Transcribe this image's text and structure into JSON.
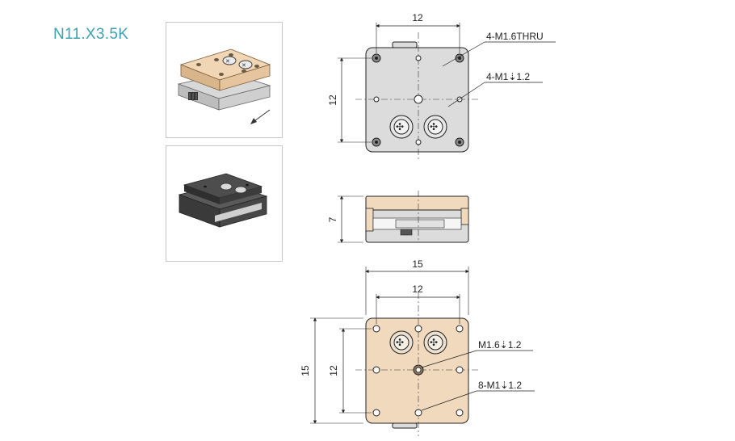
{
  "model": {
    "name": "N11.X3.5K"
  },
  "top_view": {
    "dim_width": "12",
    "dim_height": "12",
    "callout_thru": "4-M1.6THRU",
    "callout_tap": "4-M1⇣1.2"
  },
  "side_view": {
    "dim_height": "7"
  },
  "bottom_view": {
    "dim_outer_width": "15",
    "dim_inner_width": "12",
    "dim_outer_height": "15",
    "dim_inner_height": "12",
    "callout_center": "M1.6⇣1.2",
    "callout_holes": "8-M1⇣1.2"
  },
  "colors": {
    "title": "#3aa3b4",
    "stage_gray": "#dcdcdc",
    "stage_brass": "#f1d9bd",
    "line": "#222222"
  }
}
